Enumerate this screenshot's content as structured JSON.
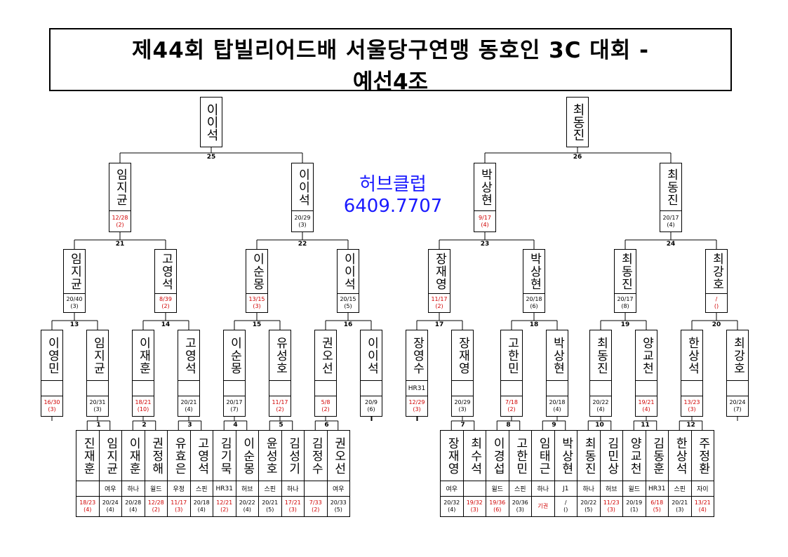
{
  "title": {
    "line1": "제44회 탑빌리어드배 서울당구연맹 동호인 3C 대회 -",
    "line2": "예선4조"
  },
  "sponsor": {
    "name": "허브클럽",
    "phone": "6409.7707"
  },
  "accent_colors": {
    "score_highlight": "#d00000",
    "sponsor": "#1a1aff"
  },
  "left_bracket": {
    "final": {
      "num": "25",
      "winner": "이이석"
    },
    "round2": [
      {
        "name": "임지균",
        "score": "12/28",
        "rank": "(2)",
        "red": true
      },
      {
        "name": "이이석",
        "score": "20/29",
        "rank": "(3)",
        "red": false
      }
    ],
    "round2_nums": [
      "21",
      "22"
    ],
    "round3": [
      {
        "name": "임지균",
        "score": "20/40",
        "rank": "(3)",
        "red": false
      },
      {
        "name": "고영석",
        "score": "8/39",
        "rank": "(2)",
        "red": true
      },
      {
        "name": "이순몽",
        "score": "13/15",
        "rank": "(3)",
        "red": true
      },
      {
        "name": "이이석",
        "score": "20/15",
        "rank": "(5)",
        "red": false
      }
    ],
    "round3_nums": [
      "13",
      "14",
      "15",
      "16"
    ],
    "round4": [
      {
        "name": "이영민",
        "club": "",
        "score": "16/30",
        "rank": "(3)",
        "red": true
      },
      {
        "name": "임지균",
        "club": "",
        "score": "20/31",
        "rank": "(3)",
        "red": false
      },
      {
        "name": "이재훈",
        "club": "",
        "score": "18/21",
        "rank": "(10)",
        "red": true
      },
      {
        "name": "고영석",
        "club": "",
        "score": "20/21",
        "rank": "(4)",
        "red": false
      },
      {
        "name": "이순몽",
        "club": "",
        "score": "20/17",
        "rank": "(7)",
        "red": false
      },
      {
        "name": "유성호",
        "club": "",
        "score": "11/17",
        "rank": "(2)",
        "red": true
      },
      {
        "name": "권오선",
        "club": "",
        "score": "5/8",
        "rank": "(2)",
        "red": true
      },
      {
        "name": "이이석",
        "club": "",
        "score": "20/9",
        "rank": "(6)",
        "red": false
      }
    ],
    "round1_nums": [
      "1",
      "2",
      "3",
      "4",
      "5",
      "6"
    ],
    "round1": [
      {
        "name": "진재훈",
        "club": "",
        "score": "18/23",
        "rank": "(4)",
        "red": true
      },
      {
        "name": "임지균",
        "club": "여우",
        "score": "20/24",
        "rank": "(4)",
        "red": false
      },
      {
        "name": "이재훈",
        "club": "하나",
        "score": "20/28",
        "rank": "(4)",
        "red": false
      },
      {
        "name": "권정해",
        "club": "윌드",
        "score": "12/28",
        "rank": "(2)",
        "red": true
      },
      {
        "name": "유효은",
        "club": "우정",
        "score": "11/17",
        "rank": "(3)",
        "red": true
      },
      {
        "name": "고영석",
        "club": "스핀",
        "score": "20/18",
        "rank": "(4)",
        "red": false
      },
      {
        "name": "김기묵",
        "club": "HR31",
        "score": "12/21",
        "rank": "(2)",
        "red": true
      },
      {
        "name": "이순몽",
        "club": "허브",
        "score": "20/22",
        "rank": "(4)",
        "red": false
      },
      {
        "name": "윤성호",
        "club": "스핀",
        "score": "20/21",
        "rank": "(5)",
        "red": false
      },
      {
        "name": "김성기",
        "club": "하나",
        "score": "17/21",
        "rank": "(3)",
        "red": true
      },
      {
        "name": "김정수",
        "club": "",
        "score": "7/33",
        "rank": "(2)",
        "red": true
      },
      {
        "name": "권오선",
        "club": "여우",
        "score": "20/33",
        "rank": "(5)",
        "red": false
      }
    ]
  },
  "right_bracket": {
    "final": {
      "num": "26",
      "winner": "최동진"
    },
    "round2": [
      {
        "name": "박상현",
        "score": "9/17",
        "rank": "(4)",
        "red": true
      },
      {
        "name": "최동진",
        "score": "20/17",
        "rank": "(4)",
        "red": false
      }
    ],
    "round2_nums": [
      "23",
      "24"
    ],
    "round3": [
      {
        "name": "장재영",
        "score": "11/17",
        "rank": "(2)",
        "red": true
      },
      {
        "name": "박상현",
        "score": "20/18",
        "rank": "(6)",
        "red": false
      },
      {
        "name": "최동진",
        "score": "20/17",
        "rank": "(8)",
        "red": false
      },
      {
        "name": "최강호",
        "score": "/",
        "rank": "()",
        "red": true
      }
    ],
    "round3_nums": [
      "17",
      "18",
      "19",
      "20"
    ],
    "round4": [
      {
        "name": "장영수",
        "club": "HR31",
        "score": "12/29",
        "rank": "(3)",
        "red": true
      },
      {
        "name": "장재영",
        "club": "",
        "score": "20/29",
        "rank": "(3)",
        "red": false
      },
      {
        "name": "고한민",
        "club": "",
        "score": "7/18",
        "rank": "(2)",
        "red": true
      },
      {
        "name": "박상현",
        "club": "",
        "score": "20/18",
        "rank": "(4)",
        "red": false
      },
      {
        "name": "최동진",
        "club": "",
        "score": "20/22",
        "rank": "(4)",
        "red": false
      },
      {
        "name": "양교천",
        "club": "",
        "score": "19/21",
        "rank": "(4)",
        "red": true
      },
      {
        "name": "한상석",
        "club": "",
        "score": "13/23",
        "rank": "(3)",
        "red": true
      },
      {
        "name": "최강호",
        "club": "",
        "score": "20/24",
        "rank": "(7)",
        "red": false
      }
    ],
    "round1_nums": [
      "7",
      "8",
      "9",
      "10",
      "11",
      "12"
    ],
    "round1": [
      {
        "name": "장재영",
        "club": "여우",
        "score": "20/32",
        "rank": "(4)",
        "red": false
      },
      {
        "name": "최수석",
        "club": "",
        "score": "19/32",
        "rank": "(3)",
        "red": true
      },
      {
        "name": "이경섭",
        "club": "윌드",
        "score": "19/36",
        "rank": "(6)",
        "red": true
      },
      {
        "name": "고한민",
        "club": "스핀",
        "score": "20/36",
        "rank": "(3)",
        "red": false
      },
      {
        "name": "임태근",
        "club": "하나",
        "score": "기권",
        "rank": "",
        "red": true
      },
      {
        "name": "박상현",
        "club": "J1",
        "score": "/",
        "rank": "()",
        "red": false
      },
      {
        "name": "최동진",
        "club": "하나",
        "score": "20/22",
        "rank": "(5)",
        "red": false
      },
      {
        "name": "김민상",
        "club": "허브",
        "score": "11/23",
        "rank": "(3)",
        "red": true
      },
      {
        "name": "양교천",
        "club": "윌드",
        "score": "20/19",
        "rank": "(1)",
        "red": false
      },
      {
        "name": "김동훈",
        "club": "HR31",
        "score": "6/18",
        "rank": "(5)",
        "red": true
      },
      {
        "name": "한상석",
        "club": "스핀",
        "score": "20/21",
        "rank": "(3)",
        "red": false
      },
      {
        "name": "주정환",
        "club": "자이",
        "score": "13/21",
        "rank": "(4)",
        "red": true
      }
    ]
  }
}
